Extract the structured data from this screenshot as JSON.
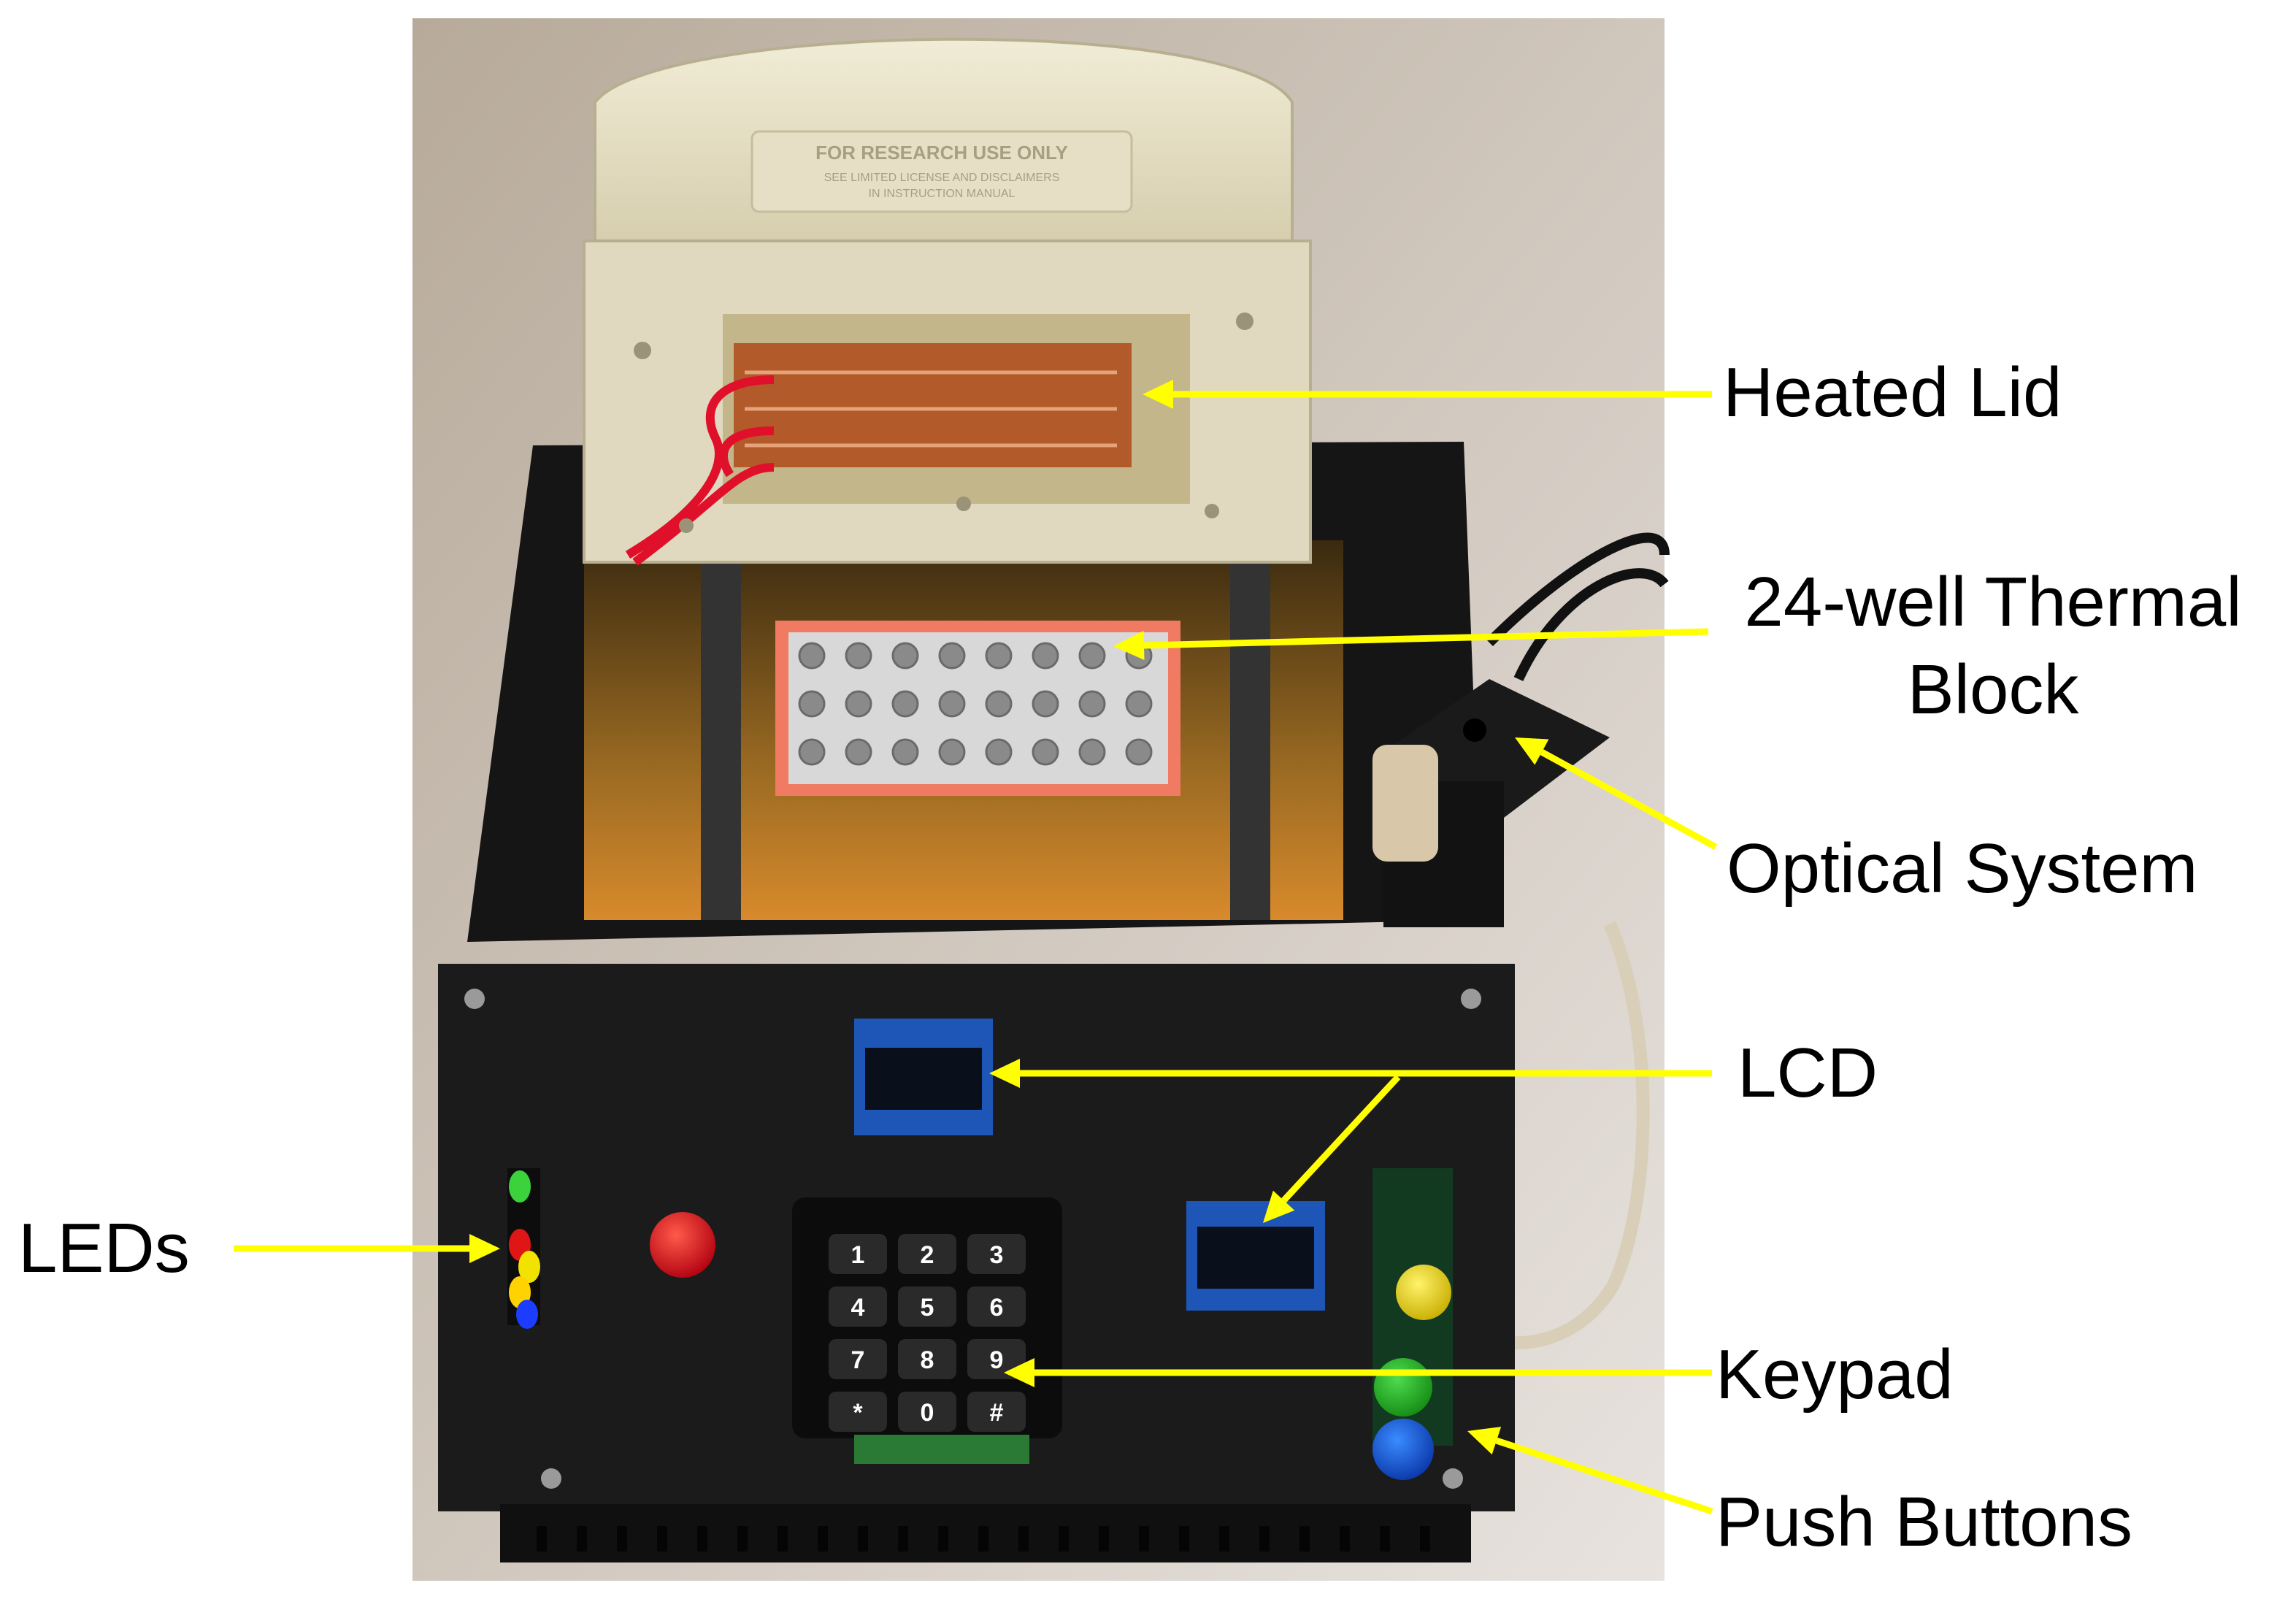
{
  "photo": {
    "panel_text_line1": "FOR RESEARCH USE ONLY",
    "panel_text_line2": "SEE LIMITED LICENSE AND DISCLAIMERS",
    "panel_text_line3": "IN INSTRUCTION MANUAL",
    "keypad_keys": [
      "1",
      "2",
      "3",
      "4",
      "5",
      "6",
      "7",
      "8",
      "9",
      "*",
      "0",
      "#"
    ]
  },
  "annotations": {
    "heated_lid": "Heated Lid",
    "thermal_block_line1": "24-well Thermal",
    "thermal_block_line2": "Block",
    "optical_system": "Optical System",
    "lcd": "LCD",
    "leds": "LEDs",
    "keypad": "Keypad",
    "push_buttons": "Push Buttons"
  },
  "colors": {
    "arrow": "#ffff00",
    "label_text": "#000000",
    "device_body": "#1a1a1a",
    "lid": "#e8e2c8"
  }
}
